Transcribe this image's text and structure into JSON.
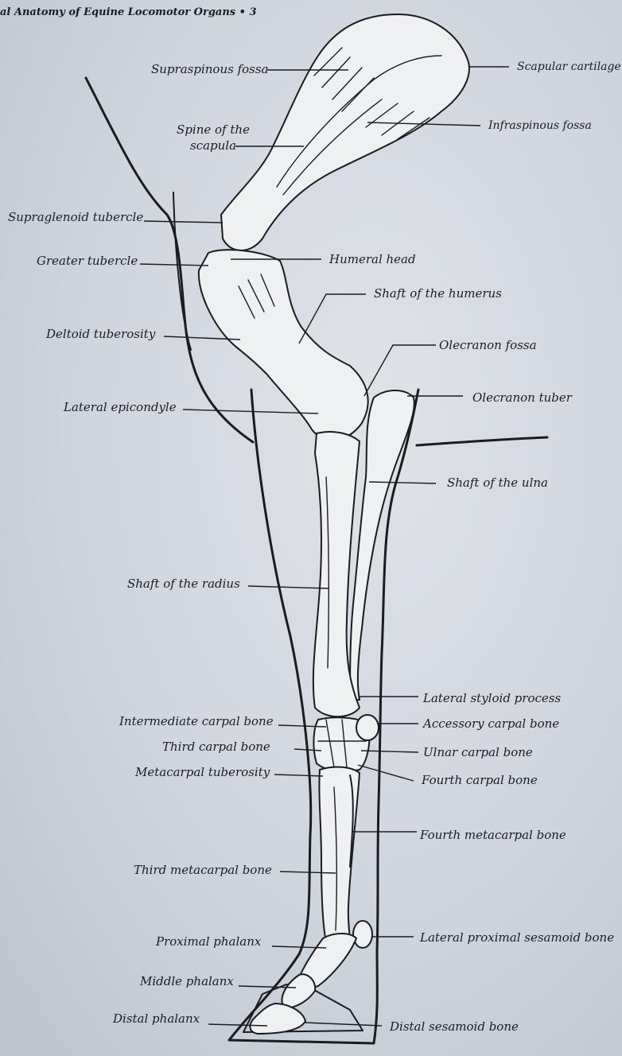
{
  "header": "al Anatomy of Equine Locomotor Organs • 3",
  "labels": {
    "supraspinous_fossa": "Supraspinous fossa",
    "scapular_cartilage": "Scapular cartilage",
    "spine_of_the_scapula": "Spine of the scapula",
    "infraspinous_fossa": "Infraspinous fossa",
    "supraglenoid_tubercle": "Supraglenoid tubercle",
    "greater_tubercle": "Greater tubercle",
    "humeral_head": "Humeral head",
    "shaft_of_the_humerus": "Shaft of the humerus",
    "deltoid_tuberosity": "Deltoid tuberosity",
    "olecranon_fossa": "Olecranon fossa",
    "olecranon_tuber": "Olecranon tuber",
    "lateral_epicondyle": "Lateral epicondyle",
    "shaft_of_the_ulna": "Shaft of the ulna",
    "shaft_of_the_radius": "Shaft of the radius",
    "lateral_styloid_process": "Lateral styloid process",
    "intermediate_carpal_bone": "Intermediate carpal bone",
    "accessory_carpal_bone": "Accessory carpal bone",
    "third_carpal_bone": "Third carpal bone",
    "ulnar_carpal_bone": "Ulnar carpal bone",
    "metacarpal_tuberosity": "Metacarpal tuberosity",
    "fourth_carpal_bone": "Fourth carpal bone",
    "fourth_metacarpal_bone": "Fourth metacarpal bone",
    "third_metacarpal_bone": "Third metacarpal bone",
    "proximal_phalanx": "Proximal phalanx",
    "lateral_proximal_sesamoid_bone": "Lateral proximal sesamoid bone",
    "middle_phalanx": "Middle phalanx",
    "distal_phalanx": "Distal phalanx",
    "distal_sesamoid_bone": "Distal sesamoid bone"
  },
  "colors": {
    "ink": "#1a1c22",
    "paper": "#d6dbe1",
    "bone": "#eef0f2"
  }
}
